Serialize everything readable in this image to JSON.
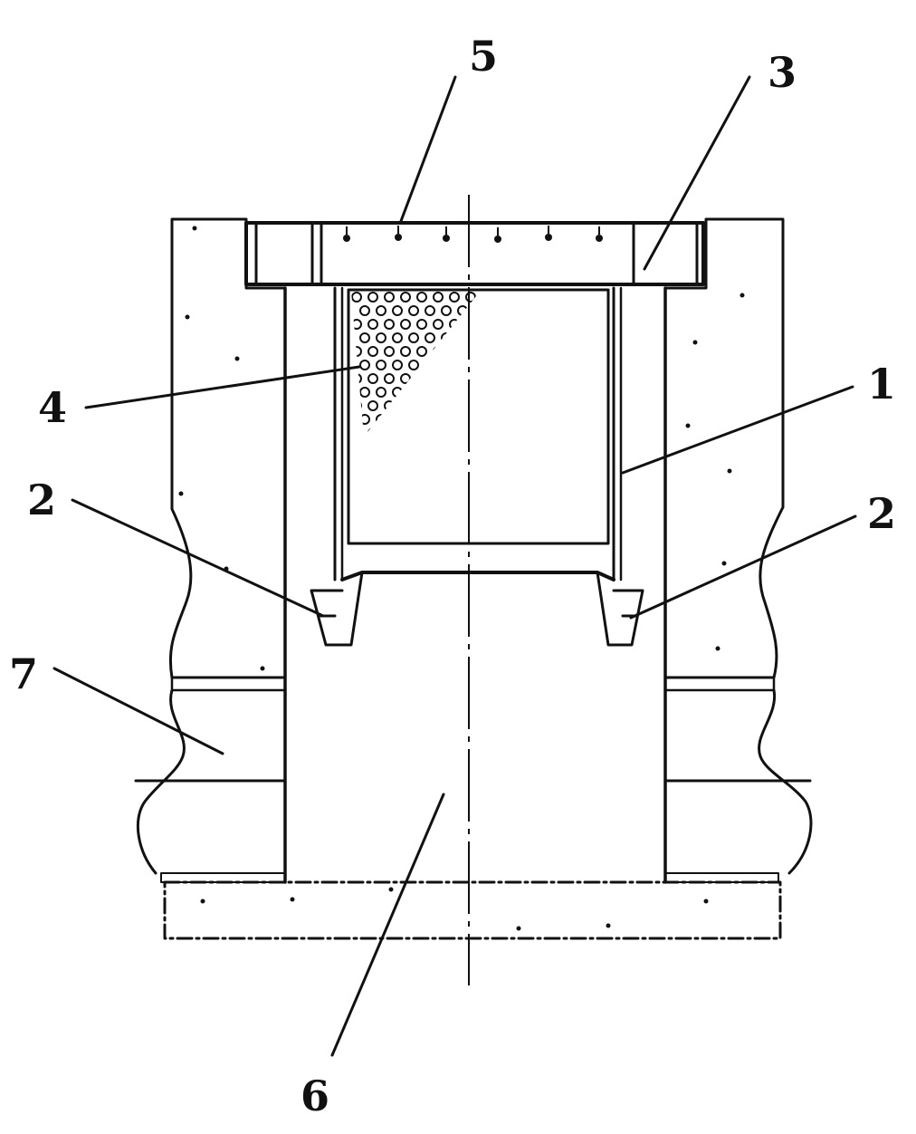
{
  "figure": {
    "labels": [
      {
        "id": "1",
        "text": "1"
      },
      {
        "id": "2a",
        "text": "2"
      },
      {
        "id": "2b",
        "text": "2"
      },
      {
        "id": "3",
        "text": "3"
      },
      {
        "id": "4",
        "text": "4"
      },
      {
        "id": "5",
        "text": "5"
      },
      {
        "id": "6",
        "text": "6"
      },
      {
        "id": "7",
        "text": "7"
      }
    ]
  }
}
